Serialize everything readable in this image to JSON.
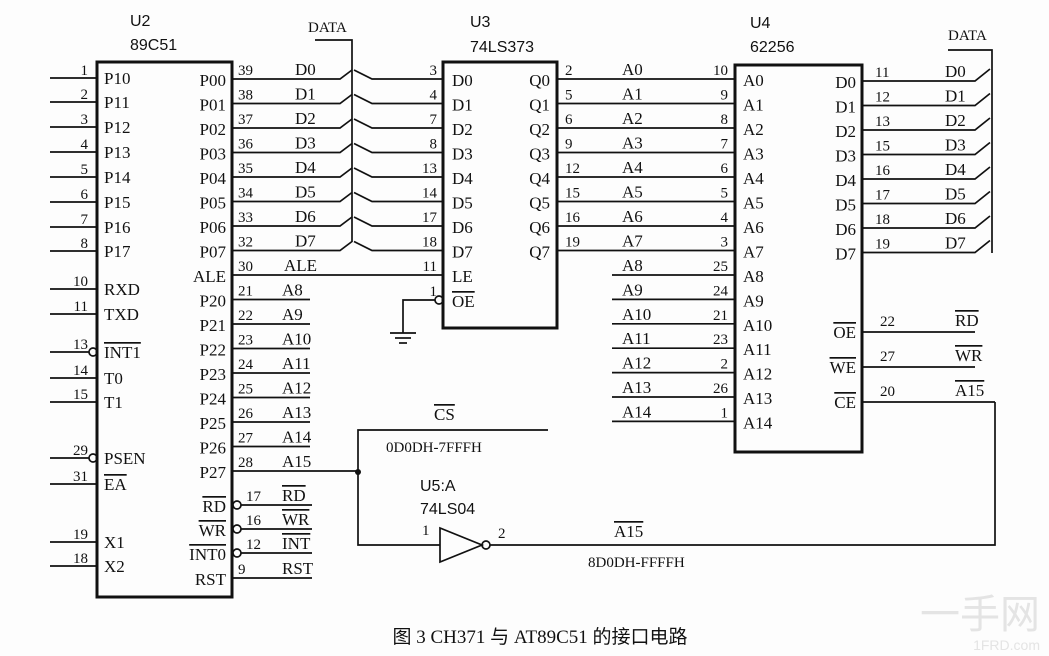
{
  "colors": {
    "ink": "#111111",
    "background": "#fdfdfd"
  },
  "data_bus_label": "DATA",
  "u2": {
    "ref": "U2",
    "part": "89C51",
    "left_pins": [
      {
        "num": "1",
        "label": "P10"
      },
      {
        "num": "2",
        "label": "P11"
      },
      {
        "num": "3",
        "label": "P12"
      },
      {
        "num": "4",
        "label": "P13"
      },
      {
        "num": "5",
        "label": "P14"
      },
      {
        "num": "6",
        "label": "P15"
      },
      {
        "num": "7",
        "label": "P16"
      },
      {
        "num": "8",
        "label": "P17"
      },
      {
        "num": "10",
        "label": "RXD"
      },
      {
        "num": "11",
        "label": "TXD"
      },
      {
        "num": "13",
        "label": "INT1",
        "inverted": true
      },
      {
        "num": "14",
        "label": "T0"
      },
      {
        "num": "15",
        "label": "T1"
      },
      {
        "num": "29",
        "label": "PSEN",
        "bubble": true
      },
      {
        "num": "31",
        "label": "EA",
        "inverted": true
      },
      {
        "num": "19",
        "label": "X1"
      },
      {
        "num": "18",
        "label": "X2"
      }
    ],
    "right_pins": [
      {
        "num": "39",
        "label": "P00",
        "net": "D0"
      },
      {
        "num": "38",
        "label": "P01",
        "net": "D1"
      },
      {
        "num": "37",
        "label": "P02",
        "net": "D2"
      },
      {
        "num": "36",
        "label": "P03",
        "net": "D3"
      },
      {
        "num": "35",
        "label": "P04",
        "net": "D4"
      },
      {
        "num": "34",
        "label": "P05",
        "net": "D5"
      },
      {
        "num": "33",
        "label": "P06",
        "net": "D6"
      },
      {
        "num": "32",
        "label": "P07",
        "net": "D7"
      },
      {
        "num": "30",
        "label": "ALE",
        "net": "ALE"
      },
      {
        "num": "21",
        "label": "P20",
        "net": "A8"
      },
      {
        "num": "22",
        "label": "P21",
        "net": "A9"
      },
      {
        "num": "23",
        "label": "P22",
        "net": "A10"
      },
      {
        "num": "24",
        "label": "P23",
        "net": "A11"
      },
      {
        "num": "25",
        "label": "P24",
        "net": "A12"
      },
      {
        "num": "26",
        "label": "P25",
        "net": "A13"
      },
      {
        "num": "27",
        "label": "P26",
        "net": "A14"
      },
      {
        "num": "28",
        "label": "P27",
        "net": "A15"
      },
      {
        "num": "17",
        "label": "RD",
        "net": "RD",
        "inverted": true
      },
      {
        "num": "16",
        "label": "WR",
        "net": "WR",
        "inverted": true
      },
      {
        "num": "12",
        "label": "INT0",
        "net": "INT",
        "inverted": true
      },
      {
        "num": "9",
        "label": "RST",
        "net": "RST"
      }
    ]
  },
  "u3": {
    "ref": "U3",
    "part": "74LS373",
    "left_pins": [
      {
        "num": "3",
        "label": "D0"
      },
      {
        "num": "4",
        "label": "D1"
      },
      {
        "num": "7",
        "label": "D2"
      },
      {
        "num": "8",
        "label": "D3"
      },
      {
        "num": "13",
        "label": "D4"
      },
      {
        "num": "14",
        "label": "D5"
      },
      {
        "num": "17",
        "label": "D6"
      },
      {
        "num": "18",
        "label": "D7"
      },
      {
        "num": "11",
        "label": "LE"
      },
      {
        "num": "1",
        "label": "OE",
        "inverted": true
      }
    ],
    "right_pins": [
      {
        "num": "2",
        "label": "Q0",
        "net": "A0"
      },
      {
        "num": "5",
        "label": "Q1",
        "net": "A1"
      },
      {
        "num": "6",
        "label": "Q2",
        "net": "A2"
      },
      {
        "num": "9",
        "label": "Q3",
        "net": "A3"
      },
      {
        "num": "12",
        "label": "Q4",
        "net": "A4"
      },
      {
        "num": "15",
        "label": "Q5",
        "net": "A5"
      },
      {
        "num": "16",
        "label": "Q6",
        "net": "A6"
      },
      {
        "num": "19",
        "label": "Q7",
        "net": "A7"
      }
    ]
  },
  "u4": {
    "ref": "U4",
    "part": "62256",
    "left_pins": [
      {
        "num": "10",
        "label": "A0",
        "net": "A0"
      },
      {
        "num": "9",
        "label": "A1",
        "net": "A1"
      },
      {
        "num": "8",
        "label": "A2",
        "net": "A2"
      },
      {
        "num": "7",
        "label": "A3",
        "net": "A3"
      },
      {
        "num": "6",
        "label": "A4",
        "net": "A4"
      },
      {
        "num": "5",
        "label": "A5",
        "net": "A5"
      },
      {
        "num": "4",
        "label": "A6",
        "net": "A6"
      },
      {
        "num": "3",
        "label": "A7",
        "net": "A7"
      },
      {
        "num": "25",
        "label": "A8",
        "net": "A8"
      },
      {
        "num": "24",
        "label": "A9",
        "net": "A9"
      },
      {
        "num": "21",
        "label": "A10",
        "net": "A10"
      },
      {
        "num": "23",
        "label": "A11",
        "net": "A11"
      },
      {
        "num": "2",
        "label": "A12",
        "net": "A12"
      },
      {
        "num": "26",
        "label": "A13",
        "net": "A13"
      },
      {
        "num": "1",
        "label": "A14",
        "net": "A14"
      }
    ],
    "right_pins": [
      {
        "num": "11",
        "label": "D0",
        "net": "D0"
      },
      {
        "num": "12",
        "label": "D1",
        "net": "D1"
      },
      {
        "num": "13",
        "label": "D2",
        "net": "D2"
      },
      {
        "num": "15",
        "label": "D3",
        "net": "D3"
      },
      {
        "num": "16",
        "label": "D4",
        "net": "D4"
      },
      {
        "num": "17",
        "label": "D5",
        "net": "D5"
      },
      {
        "num": "18",
        "label": "D6",
        "net": "D6"
      },
      {
        "num": "19",
        "label": "D7",
        "net": "D7"
      }
    ],
    "control_pins": [
      {
        "num": "22",
        "label": "OE",
        "net": "RD"
      },
      {
        "num": "27",
        "label": "WE",
        "net": "WR"
      },
      {
        "num": "20",
        "label": "CE",
        "net": "A15"
      }
    ]
  },
  "u5": {
    "ref": "U5:A",
    "part": "74LS04",
    "in_pin": "1",
    "out_pin": "2"
  },
  "cs_label": "CS",
  "cs_range": "0D0DH-7FFFH",
  "a15n_label": "A15",
  "a15n_range": "8D0DH-FFFFH",
  "caption": "图 3   CH371 与 AT89C51 的接口电路",
  "watermark": {
    "logo": "一手网",
    "site": "1FRD.com"
  }
}
